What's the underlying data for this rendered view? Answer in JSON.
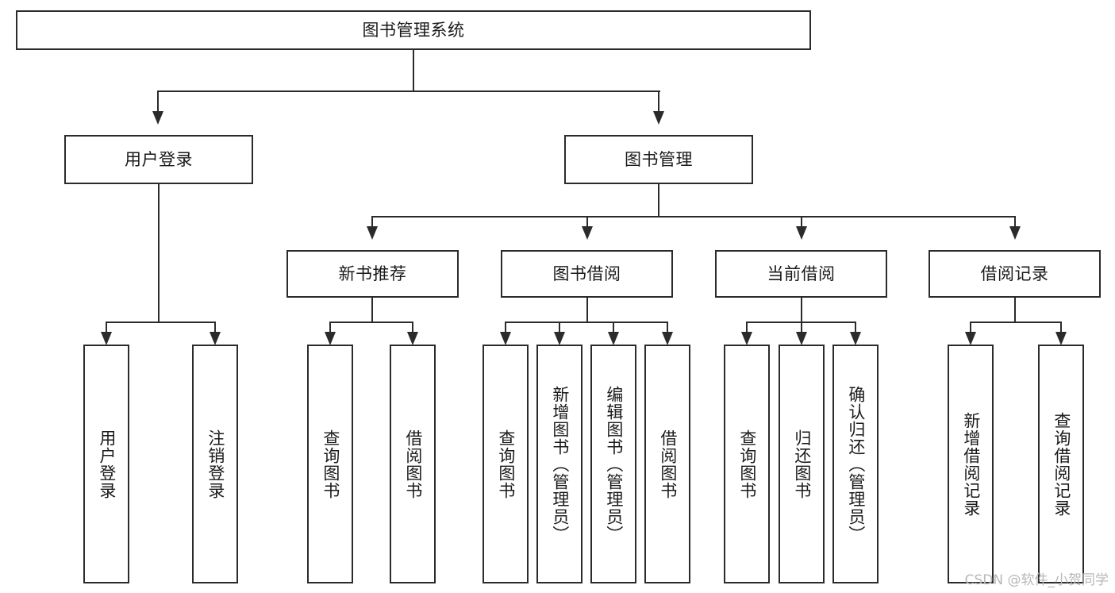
{
  "diagram": {
    "type": "tree-hierarchy",
    "title": "图书管理系统",
    "root": {
      "label": "图书管理系统"
    },
    "level2": [
      {
        "label": "用户登录"
      },
      {
        "label": "图书管理"
      }
    ],
    "level3": [
      {
        "label": "新书推荐"
      },
      {
        "label": "图书借阅"
      },
      {
        "label": "当前借阅"
      },
      {
        "label": "借阅记录"
      }
    ],
    "leaves": {
      "user_login": [
        {
          "label": "用户登录"
        },
        {
          "label": "注销登录"
        }
      ],
      "new_book_recommend": [
        {
          "label": "查询图书"
        },
        {
          "label": "借阅图书"
        }
      ],
      "book_borrow": [
        {
          "label": "查询图书"
        },
        {
          "label": "新增图书（管理员）"
        },
        {
          "label": "编辑图书（管理员）"
        },
        {
          "label": "借阅图书"
        }
      ],
      "current_borrow": [
        {
          "label": "查询图书"
        },
        {
          "label": "归还图书"
        },
        {
          "label": "确认归还（管理员）"
        }
      ],
      "borrow_record": [
        {
          "label": "新增借阅记录"
        },
        {
          "label": "查询借阅记录"
        }
      ]
    }
  },
  "watermark": {
    "text": "CSDN @软件_小贺同学"
  },
  "colors": {
    "stroke": "#2b2b2b",
    "background": "#ffffff",
    "text": "#1a1a1a",
    "watermark": "#b8b8b8"
  }
}
